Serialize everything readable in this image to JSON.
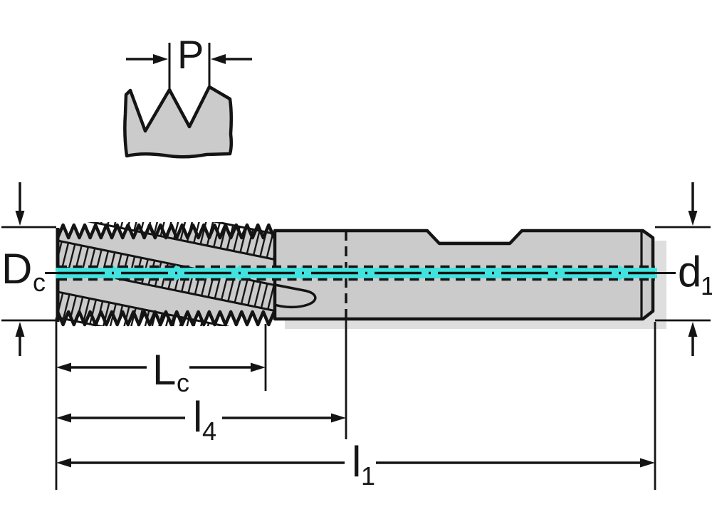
{
  "diagram": {
    "type": "technical-dimension-drawing",
    "subject": "thread-milling-cutter-side-view",
    "labels": {
      "P": {
        "text": "P",
        "meaning": "thread-pitch"
      },
      "Dc": {
        "main": "D",
        "sub": "c",
        "meaning": "cutting-diameter"
      },
      "d1": {
        "main": "d",
        "sub": "1",
        "meaning": "shank-diameter"
      },
      "Lc": {
        "main": "L",
        "sub": "c",
        "meaning": "thread-cutting-length"
      },
      "l4": {
        "main": "l",
        "sub": "4",
        "meaning": "length-to-neck"
      },
      "l1": {
        "main": "l",
        "sub": "1",
        "meaning": "overall-length"
      }
    },
    "colors": {
      "body_fill": "#cbcbcb",
      "outline": "#141414",
      "coolant_highlight": "#40e3e0",
      "background": "#ffffff",
      "shadow": "#c3c3c3"
    }
  }
}
